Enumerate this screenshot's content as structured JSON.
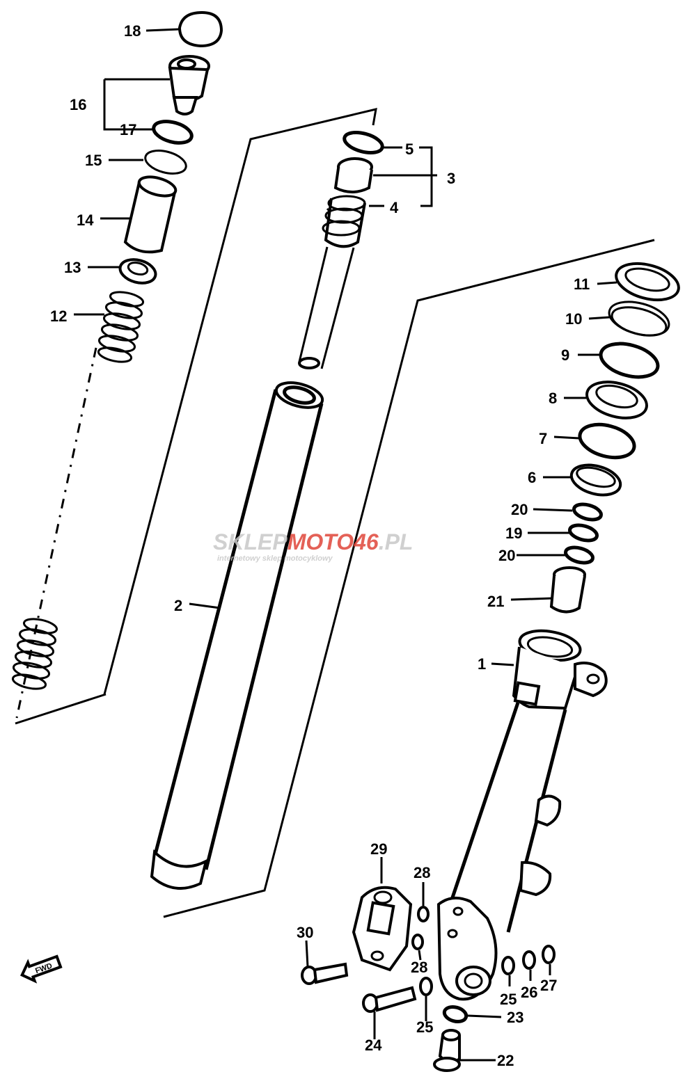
{
  "watermark": {
    "brand_a": "SKLEP",
    "brand_b": "MOTO",
    "brand_c": "46",
    "brand_d": ".PL",
    "tagline": "internetowy sklep motocyklowy",
    "color_gray": "#c8c8c8",
    "color_red": "#e0463a"
  },
  "direction_badge": "FWD",
  "labels": {
    "l1": "1",
    "l2": "2",
    "l3": "3",
    "l4": "4",
    "l5": "5",
    "l6": "6",
    "l7": "7",
    "l8": "8",
    "l9": "9",
    "l10": "10",
    "l11": "11",
    "l12": "12",
    "l13": "13",
    "l14": "14",
    "l15": "15",
    "l16": "16",
    "l17": "17",
    "l18": "18",
    "l19": "19",
    "l20a": "20",
    "l20b": "20",
    "l21": "21",
    "l22": "22",
    "l23": "23",
    "l24": "24",
    "l25a": "25",
    "l25b": "25",
    "l26": "26",
    "l27": "27",
    "l28a": "28",
    "l28b": "28",
    "l29": "29",
    "l30": "30"
  }
}
